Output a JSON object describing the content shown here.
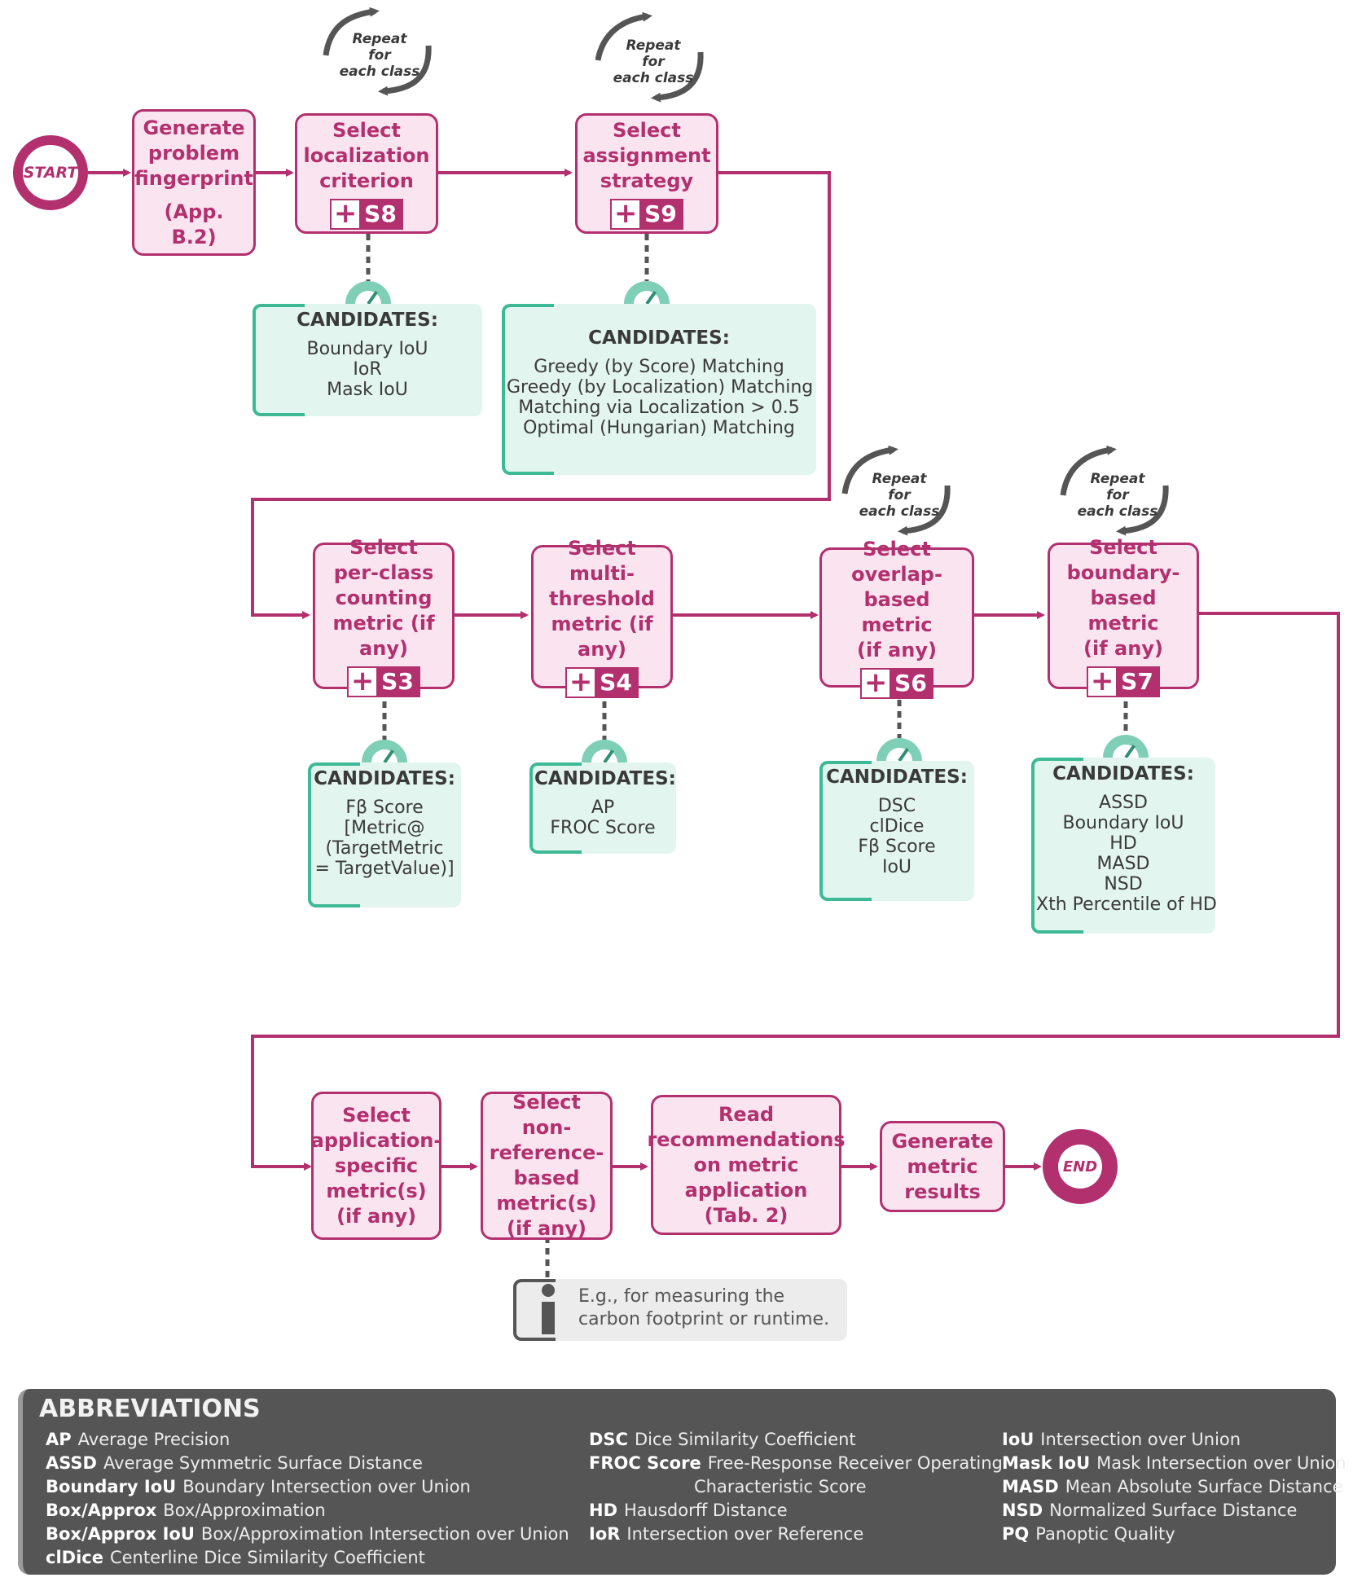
{
  "start": "START",
  "end": "END",
  "repeat_label": "Repeat for\neach class",
  "nodes": {
    "fingerprint": {
      "label": "Generate\nproblem\nfingerprint",
      "sub": "(App. B.2)"
    },
    "s8": {
      "label": "Select\nlocalization\ncriterion",
      "code": "S8"
    },
    "s9": {
      "label": "Select\nassignment\nstrategy",
      "code": "S9"
    },
    "s3": {
      "label": "Select\nper-class\ncounting\nmetric (if any)",
      "code": "S3"
    },
    "s4": {
      "label": "Select multi-\nthreshold\nmetric (if any)",
      "code": "S4"
    },
    "s6": {
      "label": "Select overlap-\nbased metric\n(if any)",
      "code": "S6"
    },
    "s7": {
      "label": "Select\nboundary-\nbased metric\n(if any)",
      "code": "S7"
    },
    "app": {
      "label": "Select\napplication-\nspecific\nmetric(s)\n(if any)"
    },
    "nonref": {
      "label": "Select non-\nreference-\nbased\nmetric(s)\n(if any)"
    },
    "read": {
      "label": "Read\nrecommendations\non metric\napplication\n(Tab. 2)"
    },
    "results": {
      "label": "Generate\nmetric\nresults"
    }
  },
  "plus": "+",
  "candidates_heading": "CANDIDATES:",
  "candidates": {
    "s8": [
      "Boundary IoU",
      "IoR",
      "Mask IoU"
    ],
    "s9": [
      "Greedy (by Score) Matching",
      "Greedy (by Localization) Matching",
      "Matching via Localization > 0.5",
      "Optimal (Hungarian) Matching"
    ],
    "s3": [
      "Fβ Score",
      "[Metric@",
      "(TargetMetric",
      "= TargetValue)]"
    ],
    "s4": [
      "AP",
      "FROC Score"
    ],
    "s6": [
      "DSC",
      "clDice",
      "Fβ Score",
      "IoU"
    ],
    "s7": [
      "ASSD",
      "Boundary IoU",
      "HD",
      "MASD",
      "NSD",
      "Xth Percentile of HD"
    ]
  },
  "info_text": "E.g., for measuring the carbon footprint or runtime.",
  "abbreviations": {
    "title": "ABBREVIATIONS",
    "col1": [
      {
        "abbr": "AP",
        "full": "Average Precision"
      },
      {
        "abbr": "ASSD",
        "full": "Average Symmetric Surface Distance"
      },
      {
        "abbr": "Boundary IoU",
        "full": "Boundary Intersection over Union"
      },
      {
        "abbr": "Box/Approx",
        "full": "Box/Approximation"
      },
      {
        "abbr": "Box/Approx IoU",
        "full": "Box/Approximation Intersection over Union"
      },
      {
        "abbr": "clDice",
        "full": "Centerline Dice Similarity Coefficient"
      }
    ],
    "col2": [
      {
        "abbr": "DSC",
        "full": "Dice Similarity Coefficient"
      },
      {
        "abbr": "FROC Score",
        "full": "Free-Response Receiver Operating",
        "cont": "Characteristic Score"
      },
      {
        "abbr": "HD",
        "full": "Hausdorff Distance"
      },
      {
        "abbr": "IoR",
        "full": "Intersection over Reference"
      }
    ],
    "col3": [
      {
        "abbr": "IoU",
        "full": "Intersection over Union"
      },
      {
        "abbr": "Mask IoU",
        "full": "Mask Intersection over Union"
      },
      {
        "abbr": "MASD",
        "full": "Mean Absolute Surface Distance"
      },
      {
        "abbr": "NSD",
        "full": "Normalized Surface Distance"
      },
      {
        "abbr": "PQ",
        "full": "Panoptic Quality"
      }
    ]
  },
  "colors": {
    "magenta": "#b3306f",
    "node_fill": "#f9e4f0",
    "teal": "#3dba95",
    "cand_fill": "#e3f5ef",
    "dark": "#555555"
  }
}
